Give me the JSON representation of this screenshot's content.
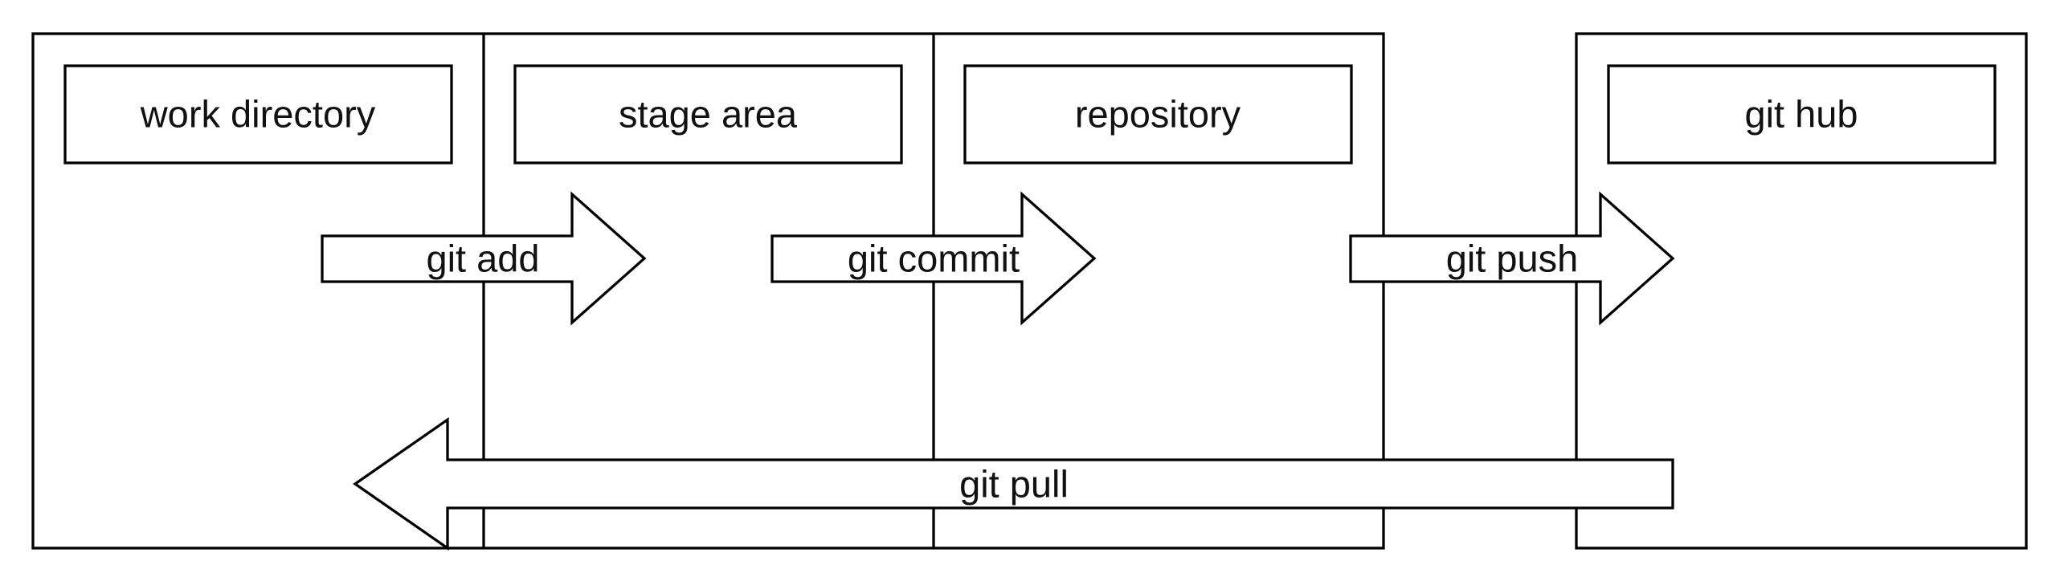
{
  "diagram": {
    "areas": {
      "work_directory": "work directory",
      "stage_area": "stage area",
      "repository": "repository",
      "git_hub": "git hub"
    },
    "commands": {
      "git_add": "git add",
      "git_commit": "git commit",
      "git_push": "git push",
      "git_pull": "git pull"
    },
    "colors": {
      "stroke": "#000000",
      "fill": "#ffffff",
      "text": "#111111"
    }
  }
}
